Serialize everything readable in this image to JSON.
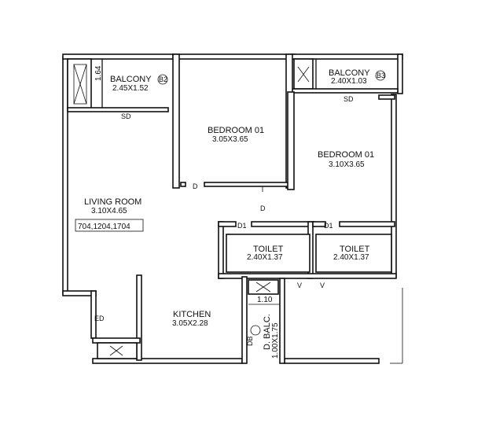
{
  "rooms": {
    "living": {
      "name": "LIVING ROOM",
      "dim": "3.10X4.65"
    },
    "bedroom1": {
      "name": "BEDROOM 01",
      "dim": "3.05X3.65"
    },
    "bedroom2": {
      "name": "BEDROOM 01",
      "dim": "3.10X3.65"
    },
    "toilet1": {
      "name": "TOILET",
      "dim": "2.40X1.37"
    },
    "toilet2": {
      "name": "TOILET",
      "dim": "2.40X1.37"
    },
    "kitchen": {
      "name": "KITCHEN",
      "dim": "3.05X2.28"
    },
    "balcony_left": {
      "name": "BALCONY",
      "dim": "2.45X1.52",
      "badge": "B2"
    },
    "balcony_right": {
      "name": "BALCONY",
      "dim": "2.40X1.03",
      "badge": "B3"
    },
    "dry_balcony": {
      "name": "D. BALC.",
      "dim": "1.00X1.75",
      "badge": "DB"
    }
  },
  "unit_numbers": "704,1204,1704",
  "dimension_marks": {
    "balcony_width": "1.64",
    "dry_balc_width": "1.10"
  },
  "door_marks": {
    "sd_left": "SD",
    "sd_right": "SD",
    "d_bed1": "D",
    "d_center": "D",
    "d1_left": "D1",
    "d1_right": "D1",
    "v_left": "V",
    "v_right": "V",
    "ed": "ED"
  },
  "colors": {
    "ink": "#111111",
    "paper": "#ffffff"
  }
}
